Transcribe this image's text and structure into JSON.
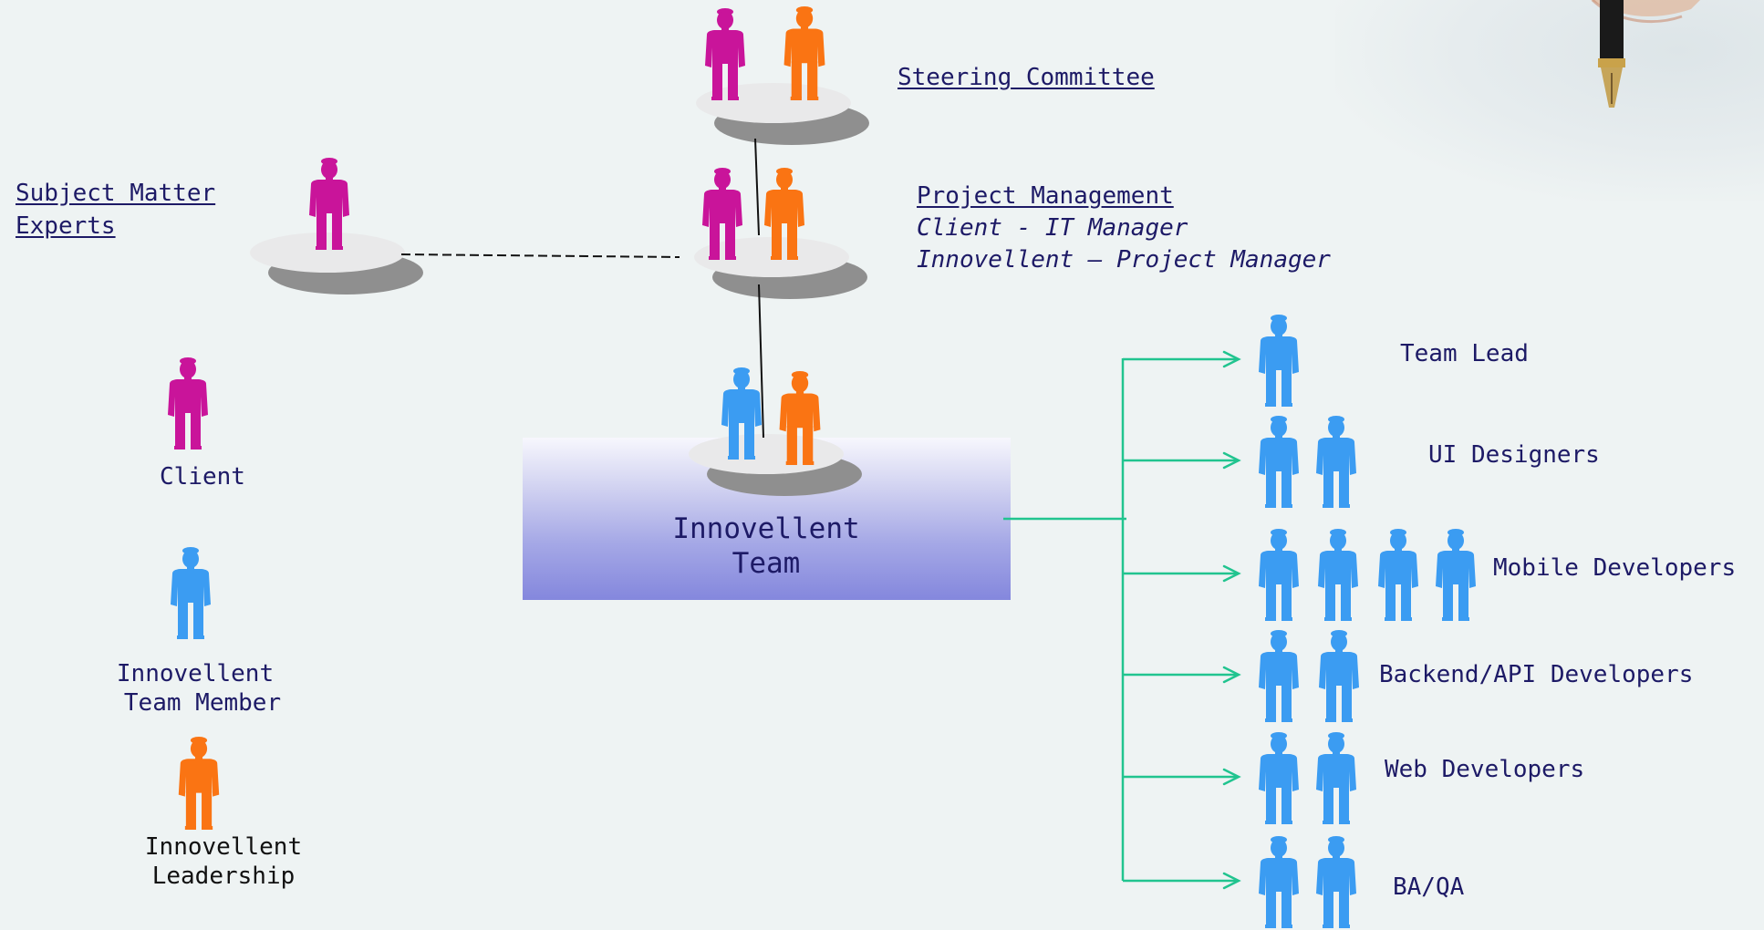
{
  "steering_committee": "Steering Committee",
  "subject_matter_experts": [
    "Subject Matter",
    "Experts"
  ],
  "project_management": {
    "title": "Project Management",
    "client_role": "Client - IT Manager",
    "innovellent_role": "Innovellent – Project Manager"
  },
  "team_box": [
    "Innovellent",
    "Team"
  ],
  "legend": {
    "client": "Client",
    "member": [
      "Innovellent",
      "Team Member"
    ],
    "leadership": [
      "Innovellent",
      "Leadership"
    ]
  },
  "roles": {
    "team_lead": "Team Lead",
    "ui_designers": "UI Designers",
    "mobile_developers": "Mobile Developers",
    "backend_developers": "Backend/API Developers",
    "web_developers": "Web Developers",
    "ba_qa": "BA/QA"
  },
  "colors": {
    "client": "#c9149a",
    "leadership": "#fa7413",
    "member": "#3b9cf2",
    "text": "#1d1a66",
    "connector": "#21c48f"
  },
  "icons": {
    "person": "person-icon",
    "arrow": "arrow-right-icon"
  }
}
